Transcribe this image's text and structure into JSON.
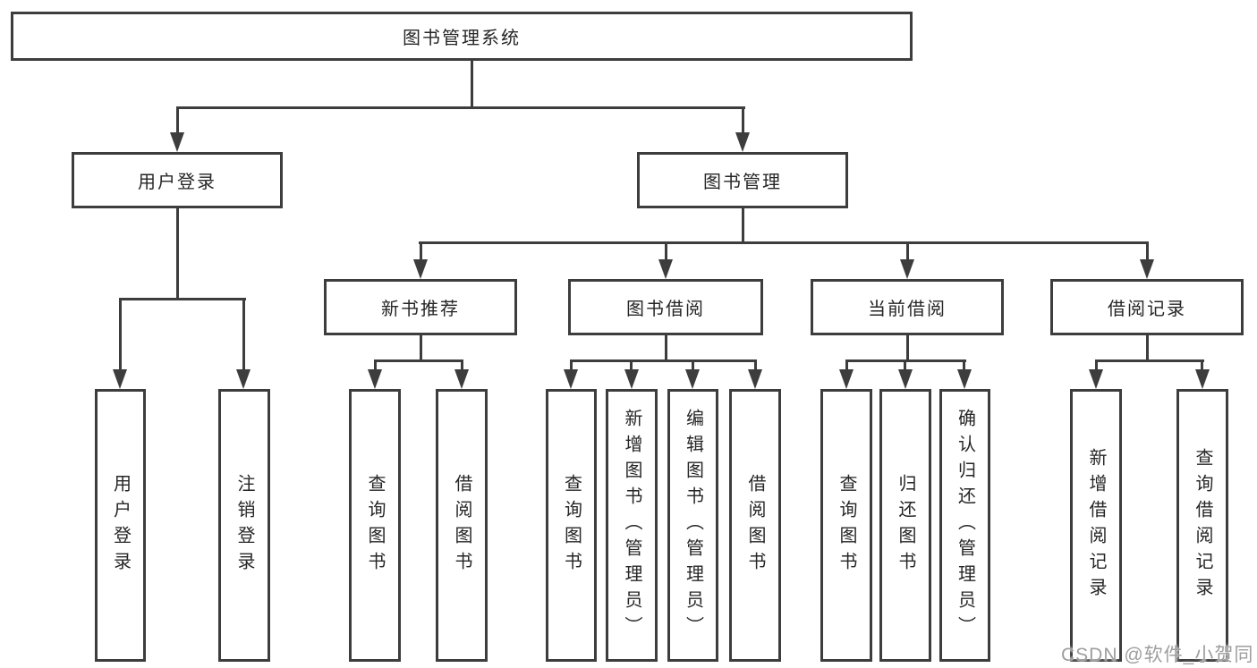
{
  "diagram": {
    "root": {
      "label": "图书管理系统"
    },
    "level2": {
      "user_login": {
        "label": "用户登录"
      },
      "book_management": {
        "label": "图书管理"
      }
    },
    "level3": {
      "new_book_recommend": {
        "label": "新书推荐"
      },
      "book_borrow": {
        "label": "图书借阅"
      },
      "current_borrow": {
        "label": "当前借阅"
      },
      "borrow_records": {
        "label": "借阅记录"
      }
    },
    "leaves": {
      "user_login": [
        "用户登录",
        "注销登录"
      ],
      "new_book_recommend": [
        "查询图书",
        "借阅图书"
      ],
      "book_borrow": [
        "查询图书",
        "新增图书（管理员）",
        "编辑图书（管理员）",
        "借阅图书"
      ],
      "current_borrow": [
        "查询图书",
        "归还图书",
        "确认归还（管理员）"
      ],
      "borrow_records": [
        "新增借阅记录",
        "查询借阅记录"
      ]
    }
  },
  "watermark": "CSDN @软件_小贺同学",
  "colors": {
    "line": "#3d3d3d",
    "text": "#262626",
    "watermark": "#9e9e9e"
  }
}
